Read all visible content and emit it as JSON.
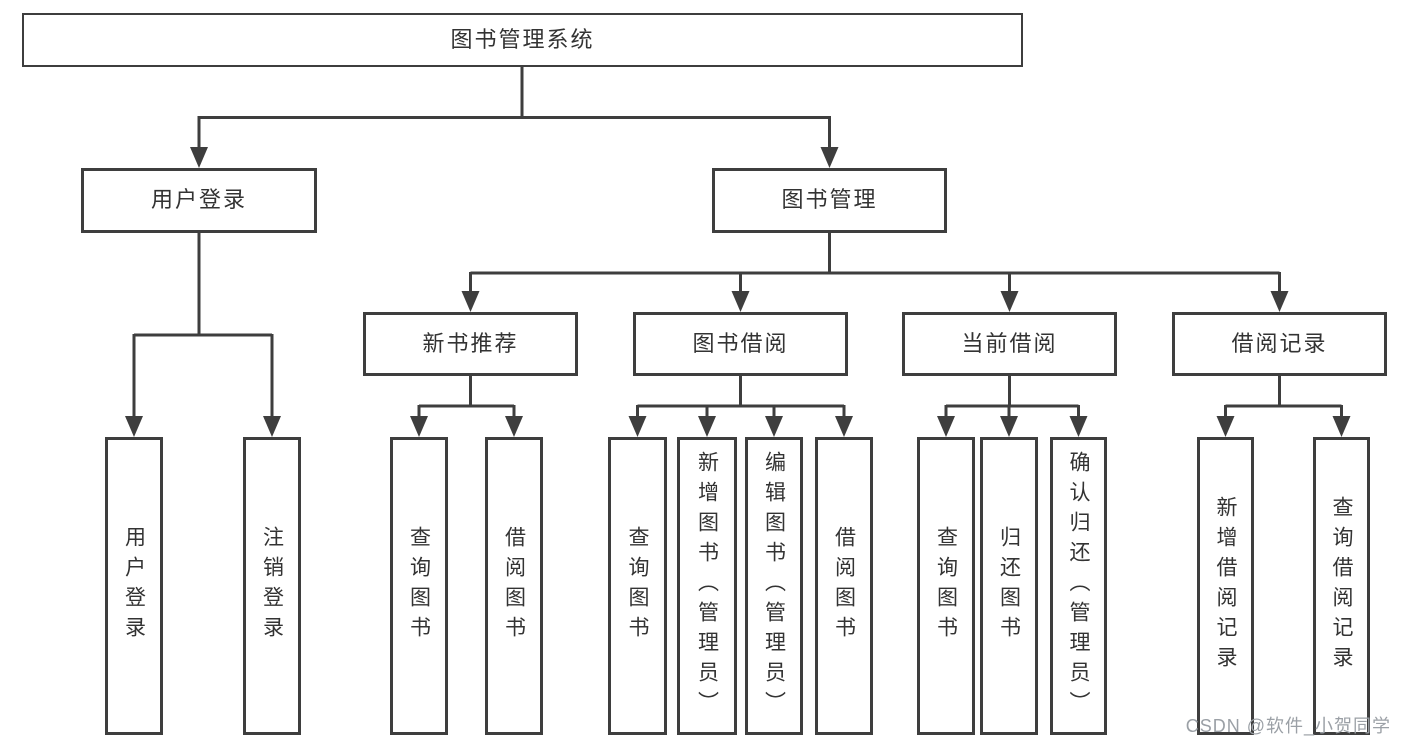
{
  "diagram_title": "图书管理系统",
  "nodes": {
    "root": {
      "label": "图书管理系统"
    },
    "user_login": {
      "label": "用户登录"
    },
    "book_mgmt": {
      "label": "图书管理"
    },
    "new_book_rec": {
      "label": "新书推荐"
    },
    "book_borrow": {
      "label": "图书借阅"
    },
    "current_borrow": {
      "label": "当前借阅"
    },
    "borrow_record": {
      "label": "借阅记录"
    },
    "leaf_user_login": {
      "label": "用户登录"
    },
    "leaf_logout": {
      "label": "注销登录"
    },
    "leaf_nb_query": {
      "label": "查询图书"
    },
    "leaf_nb_borrow": {
      "label": "借阅图书"
    },
    "leaf_bb_query": {
      "label": "查询图书"
    },
    "leaf_bb_add": {
      "label": "新增图书（管理员）"
    },
    "leaf_bb_edit": {
      "label": "编辑图书（管理员）"
    },
    "leaf_bb_borrow": {
      "label": "借阅图书"
    },
    "leaf_cb_query": {
      "label": "查询图书"
    },
    "leaf_cb_return": {
      "label": "归还图书"
    },
    "leaf_cb_confirm": {
      "label": "确认归还（管理员）"
    },
    "leaf_br_add": {
      "label": "新增借阅记录"
    },
    "leaf_br_query": {
      "label": "查询借阅记录"
    }
  },
  "hierarchy": {
    "图书管理系统": {
      "用户登录": [
        "用户登录",
        "注销登录"
      ],
      "图书管理": {
        "新书推荐": [
          "查询图书",
          "借阅图书"
        ],
        "图书借阅": [
          "查询图书",
          "新增图书（管理员）",
          "编辑图书（管理员）",
          "借阅图书"
        ],
        "当前借阅": [
          "查询图书",
          "归还图书",
          "确认归还（管理员）"
        ],
        "借阅记录": [
          "新增借阅记录",
          "查询借阅记录"
        ]
      }
    }
  },
  "watermark": {
    "text": "CSDN @软件_小贺同学"
  },
  "colors": {
    "line": "#3e3e3e",
    "text": "#333333",
    "background": "#ffffff",
    "watermark": "#9ba0a6"
  }
}
